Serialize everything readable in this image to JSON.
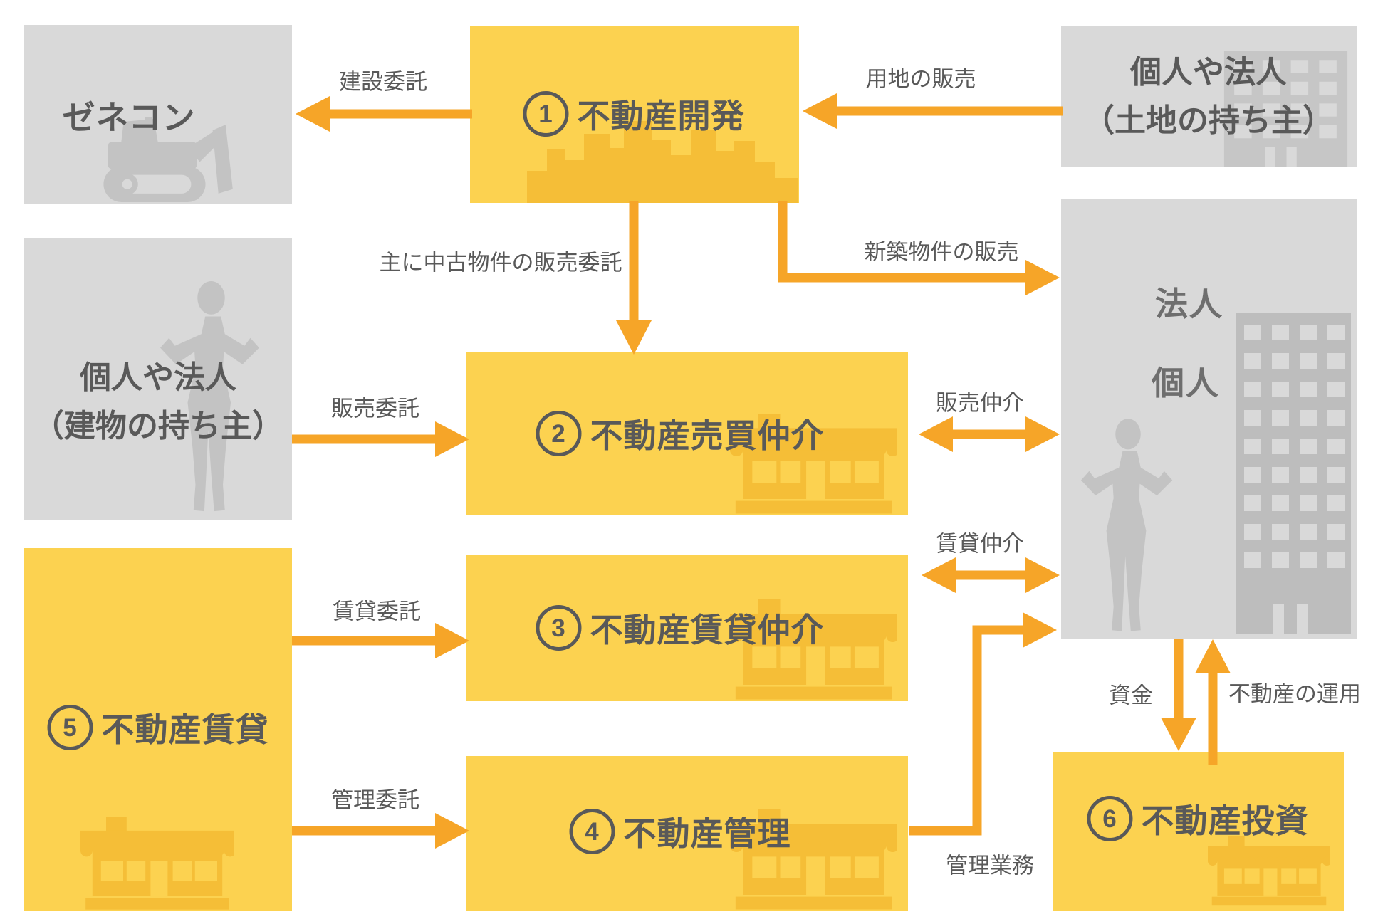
{
  "boxes": {
    "general_contractor": {
      "label": "ゼネコン"
    },
    "development": {
      "number": "1",
      "label": "不動産開発"
    },
    "land_owner": {
      "line1": "個人や法人",
      "line2": "（土地の持ち主）"
    },
    "building_owner": {
      "line1": "個人や法人",
      "line2": "（建物の持ち主）"
    },
    "customers": {
      "corporate": "法人",
      "individual": "個人"
    },
    "sales_brokerage": {
      "number": "2",
      "label": "不動産売買仲介"
    },
    "rental_brokerage": {
      "number": "3",
      "label": "不動産賃貸仲介"
    },
    "management": {
      "number": "4",
      "label": "不動産管理"
    },
    "leasing": {
      "number": "5",
      "label": "不動産賃貸"
    },
    "investment": {
      "number": "6",
      "label": "不動産投資"
    }
  },
  "arrows": {
    "construction_consignment": "建設委託",
    "land_sale": "用地の販売",
    "used_property_consignment": "主に中古物件の販売委託",
    "new_property_sale": "新築物件の販売",
    "sale_consignment": "販売委託",
    "sale_brokerage": "販売仲介",
    "rent_consignment": "賃貸委託",
    "rent_brokerage": "賃貸仲介",
    "management_consignment": "管理委託",
    "management_work": "管理業務",
    "funds": "資金",
    "operation": "不動産の運用"
  },
  "icons": {
    "bulldozer": "bulldozer-icon",
    "city_skyline": "city-skyline-icon",
    "office_building": "office-building-icon",
    "tower_building": "tower-building-icon",
    "person": "person-silhouette-icon",
    "storefront": "storefront-icon"
  },
  "colors": {
    "accent": "#F6A528",
    "yellow": "#FCD250",
    "yellowIcon": "#F5BE37",
    "grayBox": "#D9D9D9",
    "grayIcon": "#C3C3C3",
    "grayIconDark": "#BDBDBD",
    "text": "#595959"
  }
}
